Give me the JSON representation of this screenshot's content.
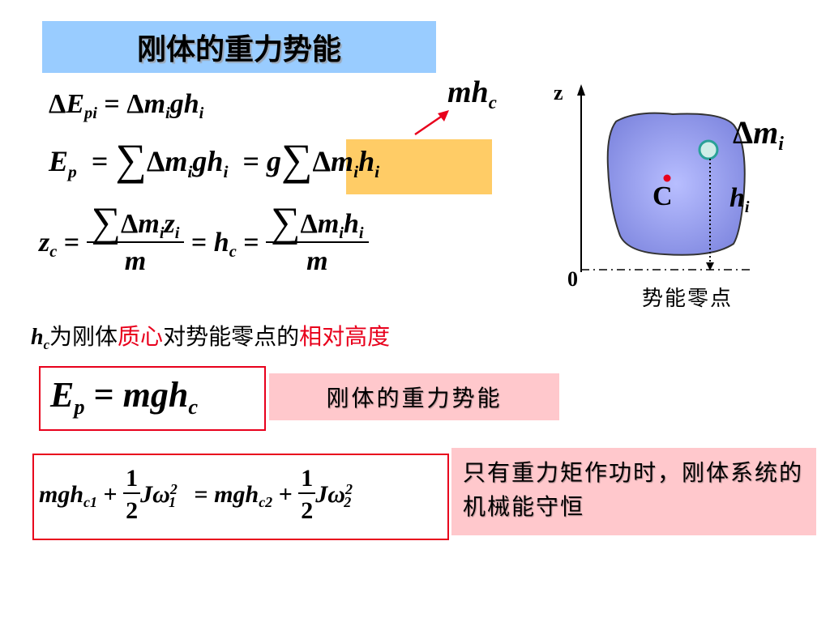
{
  "title": "刚体的重力势能",
  "label_mhc": "mhc",
  "label_z": "z",
  "label_zero": "0",
  "label_C": "C",
  "label_dmi": "Δmi",
  "label_hi": "hi",
  "zero_point_label": "势能零点",
  "statement": {
    "symbol": "hc",
    "part1": "为刚体",
    "part2": "质心",
    "part3": "对势能零点的",
    "part4": "相对高度"
  },
  "formula_Ep_caption": "刚体的重力势能",
  "conservation_caption": "只有重力矩作功时，刚体系统的机械能守恒",
  "colors": {
    "title_bg": "#99ccff",
    "highlight": "#ffcc66",
    "red": "#e8001c",
    "pink": "#ffc8cc",
    "body_fill": "#8c96e6"
  }
}
